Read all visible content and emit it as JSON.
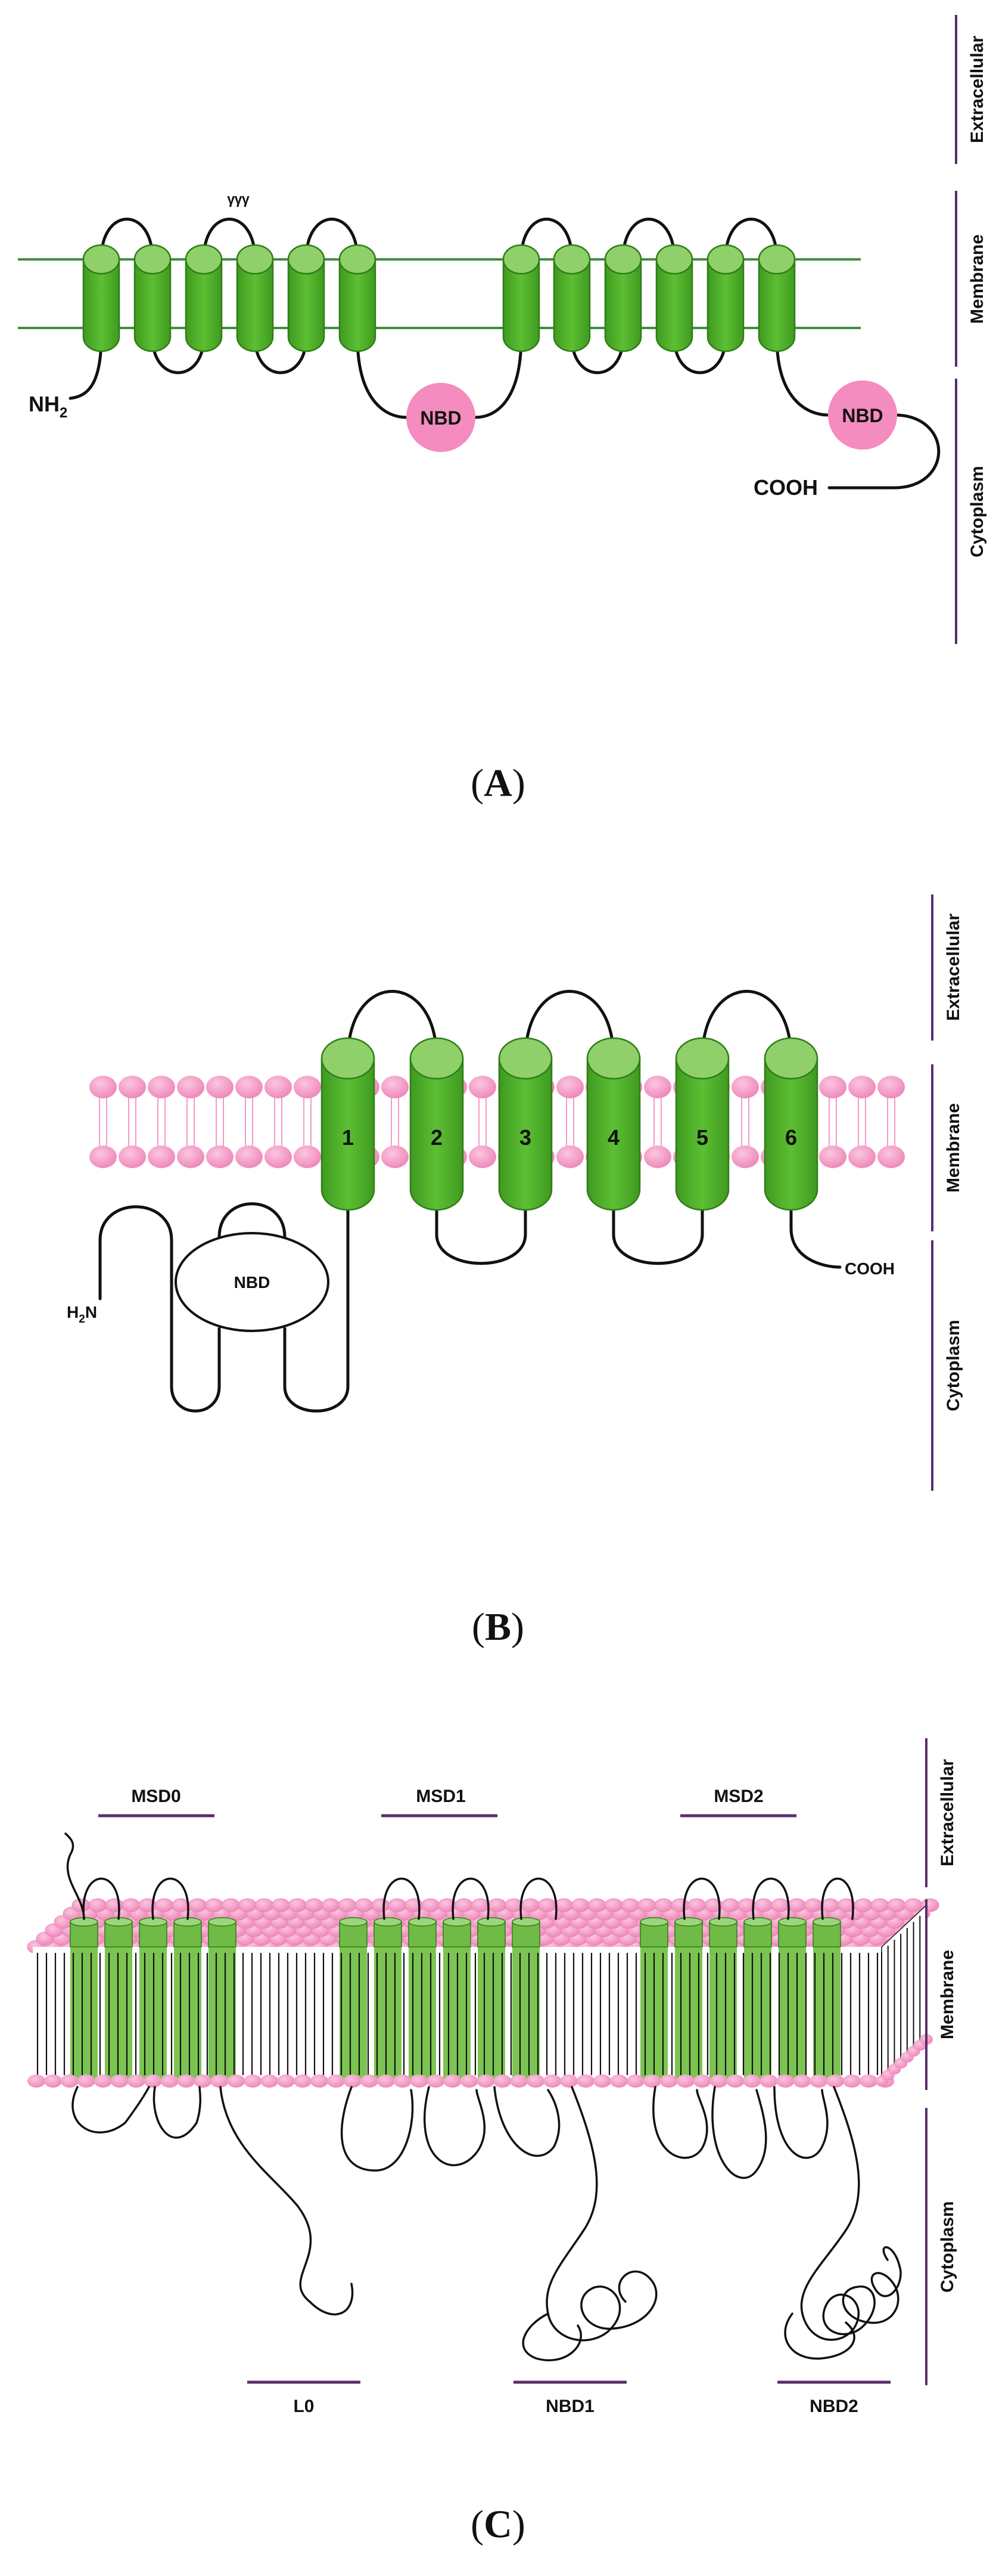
{
  "colors": {
    "helix_dark": "#4fae2a",
    "helix_light": "#8fd06a",
    "helix_stroke": "#2f7d17",
    "nbd_pink": "#f48cbf",
    "lipid_pink": "#f49ac6",
    "membrane_green": "#3f8f3f",
    "region_line": "#5a2d6b"
  },
  "regions": {
    "extracellular": "Extracellular",
    "membrane": "Membrane",
    "cytoplasm": "Cytoplasm"
  },
  "panel_a": {
    "caption_letter": "A",
    "n_terminus": "NH",
    "n_terminus_sub": "2",
    "nbd1": "NBD",
    "nbd2": "NBD",
    "c_terminus": "COOH",
    "glyco_marks": "ᵞᵞᵞ"
  },
  "panel_b": {
    "caption_letter": "B",
    "n_terminus": "H",
    "n_terminus_sub": "2",
    "n_terminus_end": "N",
    "nbd": "NBD",
    "c_terminus": "COOH",
    "helix_numbers": [
      "1",
      "2",
      "3",
      "4",
      "5",
      "6"
    ]
  },
  "panel_c": {
    "caption_letter": "C",
    "msd0": "MSD0",
    "msd1": "MSD1",
    "msd2": "MSD2",
    "l0": "L0",
    "nbd1": "NBD1",
    "nbd2": "NBD2"
  }
}
